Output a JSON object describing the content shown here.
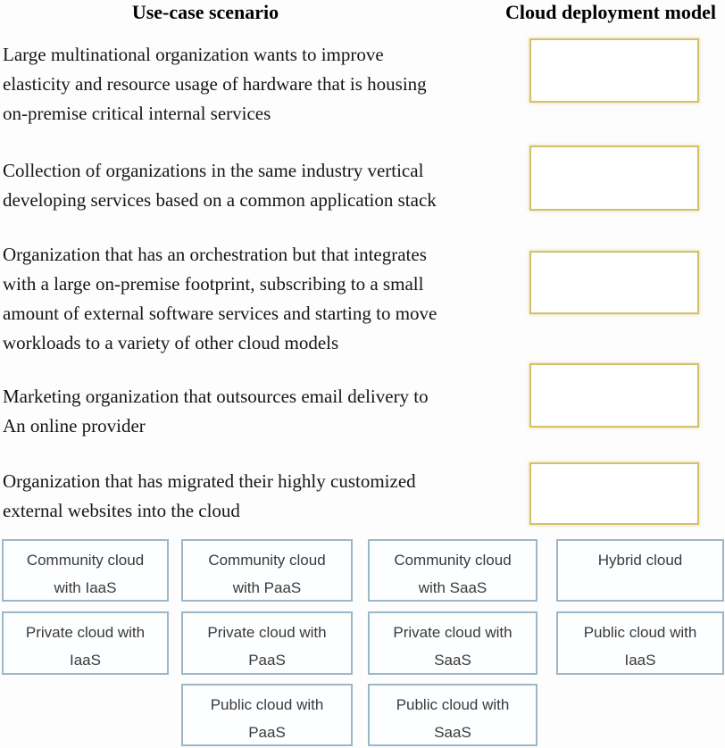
{
  "headers": {
    "left": "Use-case scenario",
    "right": "Cloud deployment model"
  },
  "colors": {
    "drop_box_border": "#d3c169",
    "option_border": "#9cb8c8",
    "option_text": "#3a3a3a",
    "body_text": "#161616",
    "background": "#fdfdfd"
  },
  "scenarios": [
    {
      "lines": [
        "Large multinational organization wants to improve",
        "elasticity and resource usage of hardware that is housing",
        "on-premise critical internal services"
      ]
    },
    {
      "lines": [
        "Collection of organizations in the same industry vertical",
        "developing services based on a common application stack"
      ]
    },
    {
      "lines": [
        "Organization that has an orchestration but that integrates",
        "with a large on-premise footprint, subscribing to a small",
        "amount of external software services and starting to move",
        "workloads to a variety of other cloud models"
      ]
    },
    {
      "lines": [
        "Marketing organization that outsources email delivery to",
        "An online provider"
      ]
    },
    {
      "lines": [
        "Organization that has migrated their highly customized",
        "external websites into the cloud"
      ]
    }
  ],
  "drop_boxes": [
    {
      "value": ""
    },
    {
      "value": ""
    },
    {
      "value": ""
    },
    {
      "value": ""
    },
    {
      "value": ""
    }
  ],
  "options": [
    {
      "label": "Community cloud with IaaS",
      "line1": "Community cloud",
      "line2": "with IaaS"
    },
    {
      "label": "Community cloud with PaaS",
      "line1": "Community cloud",
      "line2": "with PaaS"
    },
    {
      "label": "Community cloud with SaaS",
      "line1": "Community cloud",
      "line2": "with SaaS"
    },
    {
      "label": "Hybrid cloud",
      "line1": "Hybrid cloud",
      "line2": ""
    },
    {
      "label": "Private cloud with IaaS",
      "line1": "Private cloud with",
      "line2": "IaaS"
    },
    {
      "label": "Private cloud with PaaS",
      "line1": "Private cloud with",
      "line2": "PaaS"
    },
    {
      "label": "Private cloud with SaaS",
      "line1": "Private cloud with",
      "line2": "SaaS"
    },
    {
      "label": "Public cloud with IaaS",
      "line1": "Public cloud with",
      "line2": "IaaS"
    },
    {
      "label": "Public cloud with PaaS",
      "line1": "Public cloud with",
      "line2": "PaaS"
    },
    {
      "label": "Public cloud with SaaS",
      "line1": "Public cloud with",
      "line2": "SaaS"
    }
  ]
}
